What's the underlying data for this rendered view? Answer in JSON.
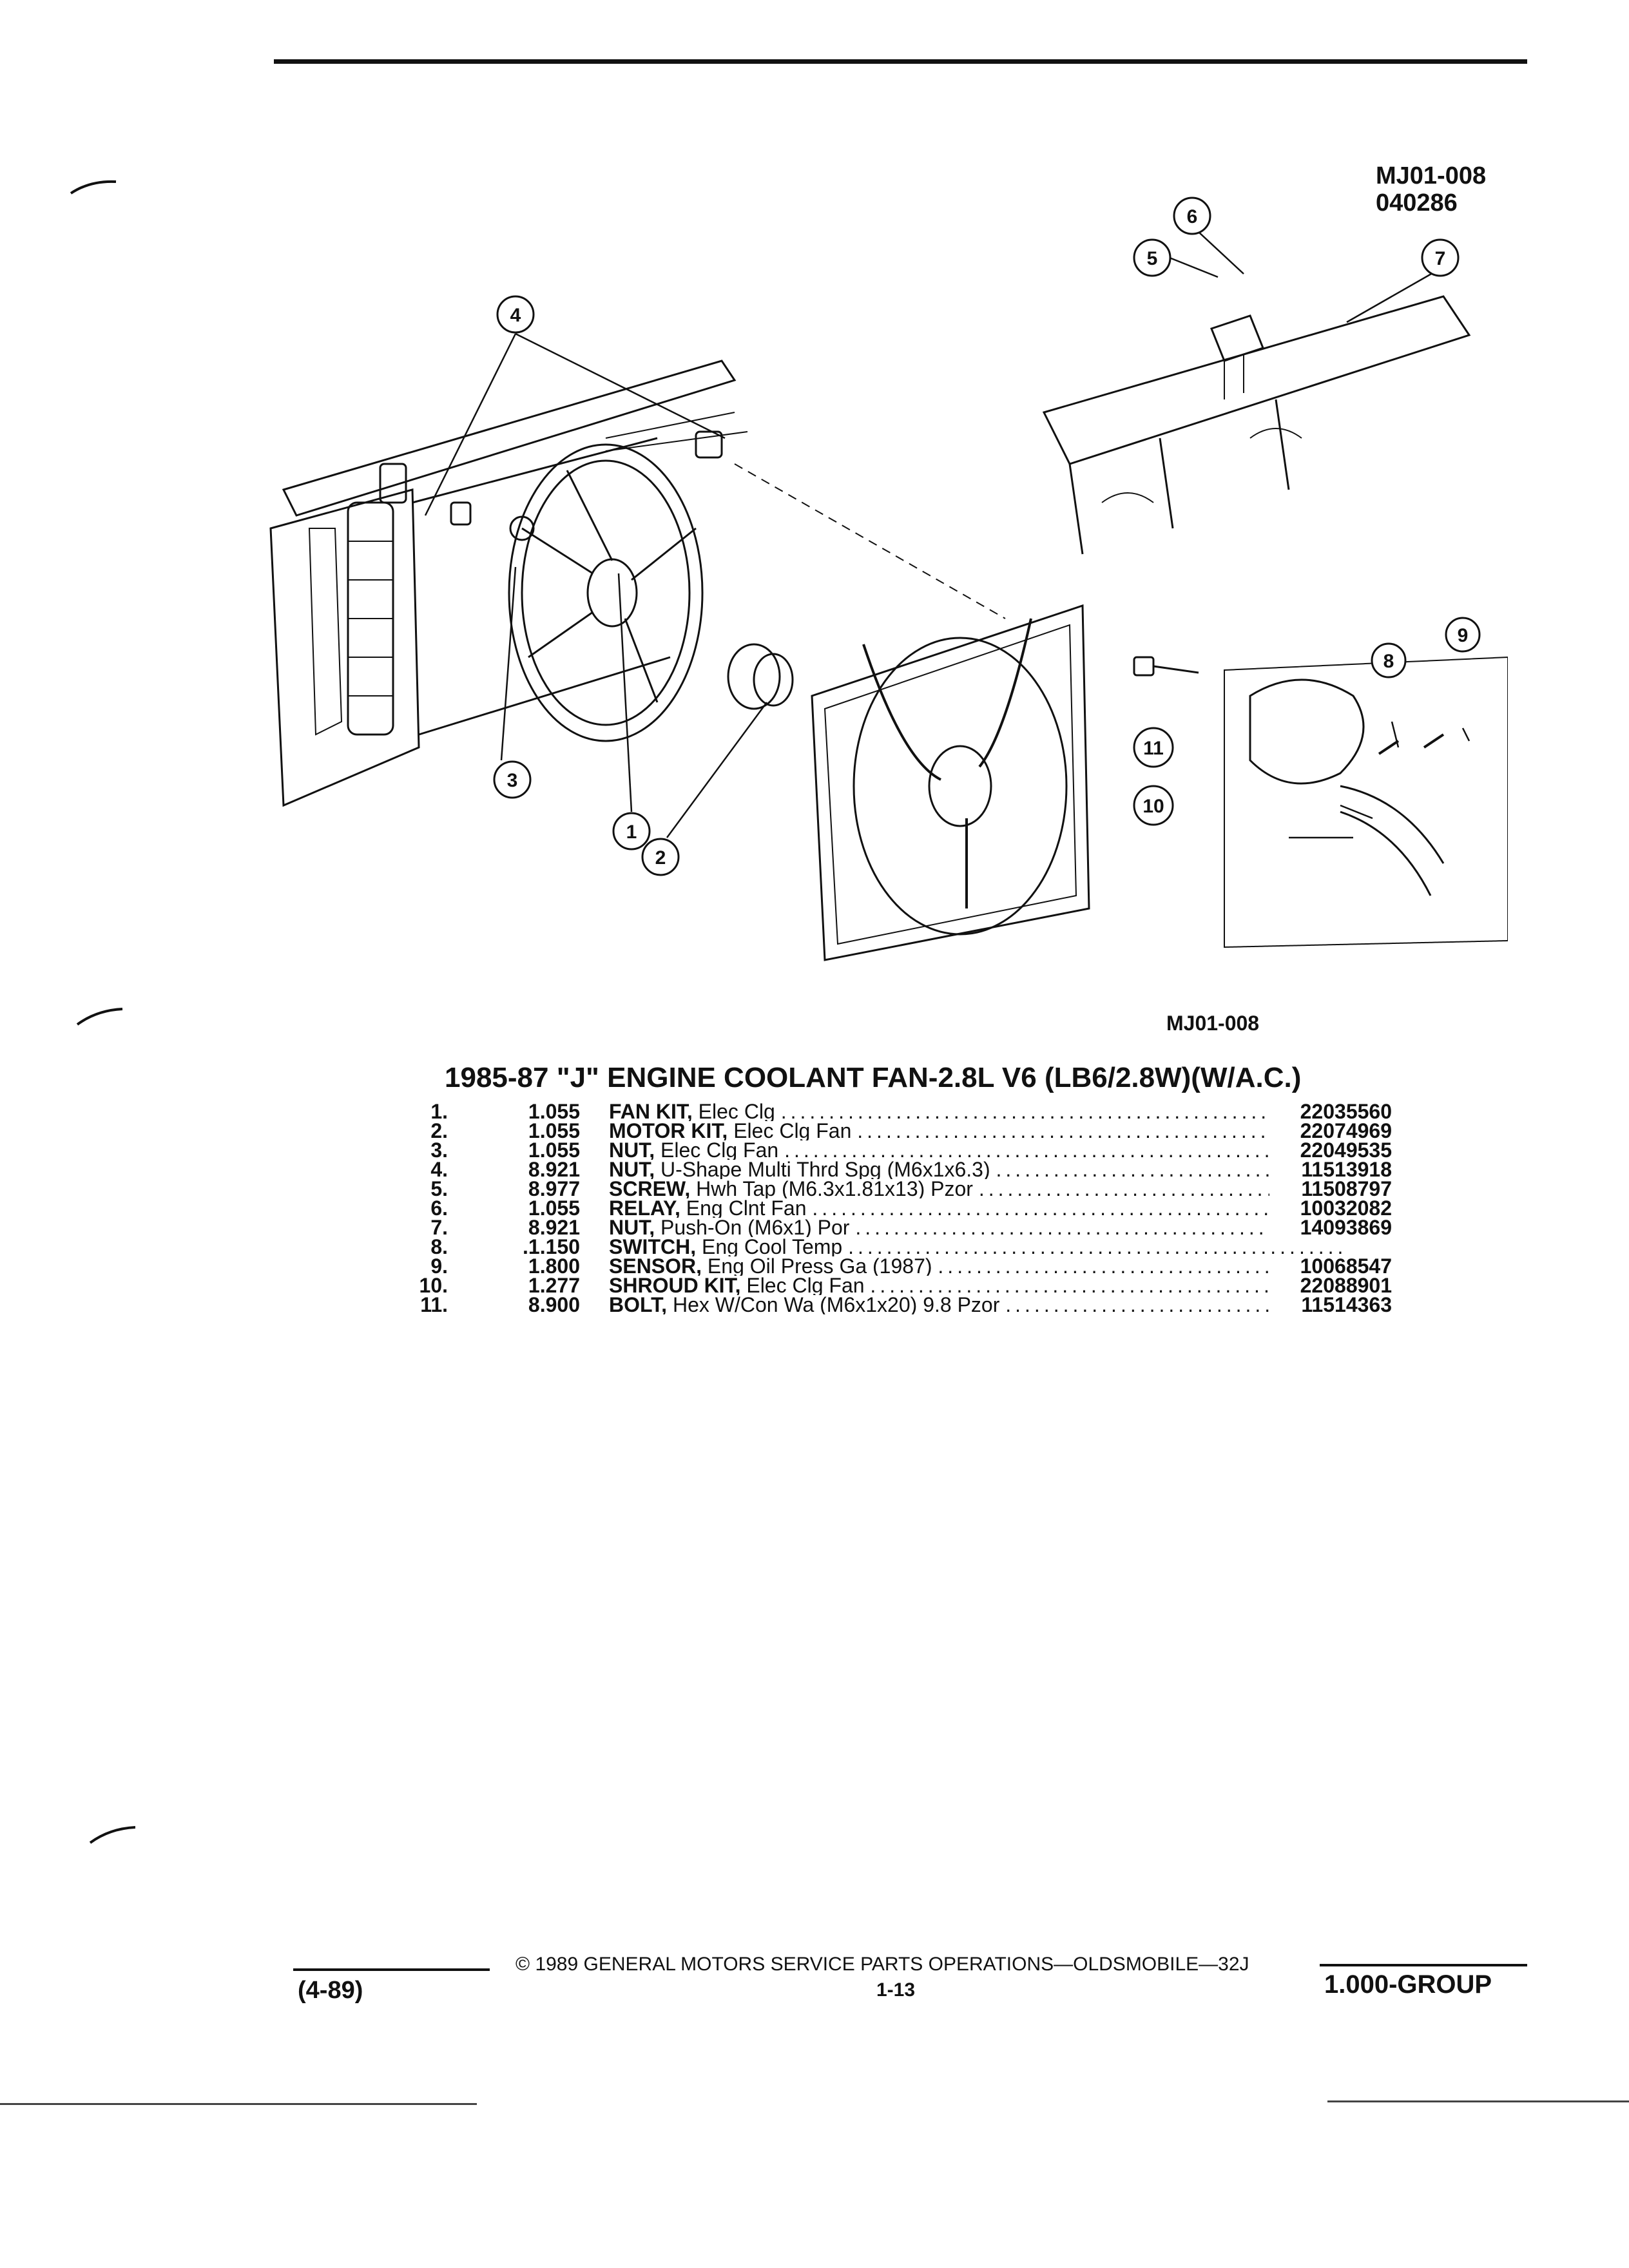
{
  "header": {
    "code_line1": "MJ01-008",
    "code_line2": "040286"
  },
  "diagram": {
    "caption": "MJ01-008",
    "callouts": [
      "1",
      "2",
      "3",
      "4",
      "5",
      "6",
      "7",
      "8",
      "9",
      "10",
      "11"
    ]
  },
  "section": {
    "title": "1985-87 \"J\" ENGINE COOLANT FAN-2.8L V6 (LB6/2.8W)(W/A.C.)"
  },
  "parts": [
    {
      "num": "1.",
      "group": "1.055",
      "name": "FAN KIT,",
      "desc": "Elec Clg",
      "part_no": "22035560"
    },
    {
      "num": "2.",
      "group": "1.055",
      "name": "MOTOR KIT,",
      "desc": "Elec Clg Fan",
      "part_no": "22074969"
    },
    {
      "num": "3.",
      "group": "1.055",
      "name": "NUT,",
      "desc": "Elec Clg Fan",
      "part_no": "22049535"
    },
    {
      "num": "4.",
      "group": "8.921",
      "name": "NUT,",
      "desc": "U-Shape Multi Thrd Spg (M6x1x6.3)",
      "part_no": "11513918"
    },
    {
      "num": "5.",
      "group": "8.977",
      "name": "SCREW,",
      "desc": "Hwh Tap (M6.3x1.81x13) Pzor",
      "part_no": "11508797"
    },
    {
      "num": "6.",
      "group": "1.055",
      "name": "RELAY,",
      "desc": "Eng Clnt Fan",
      "part_no": "10032082"
    },
    {
      "num": "7.",
      "group": "8.921",
      "name": "NUT,",
      "desc": "Push-On (M6x1) Por",
      "part_no": "14093869"
    },
    {
      "num": "8.",
      "group": ".1.150",
      "name": "SWITCH,",
      "desc": "Eng Cool Temp",
      "part_no": ""
    },
    {
      "num": "9.",
      "group": "1.800",
      "name": "SENSOR,",
      "desc": "Eng Oil Press Ga (1987)",
      "part_no": "10068547"
    },
    {
      "num": "10.",
      "group": "1.277",
      "name": "SHROUD KIT,",
      "desc": "Elec Clg Fan",
      "part_no": "22088901"
    },
    {
      "num": "11.",
      "group": "8.900",
      "name": "BOLT,",
      "desc": "Hex W/Con Wa (M6x1x20) 9.8 Pzor",
      "part_no": "11514363"
    }
  ],
  "footer": {
    "date_code": "(4-89)",
    "copyright": "© 1989 GENERAL MOTORS SERVICE PARTS OPERATIONS—OLDSMOBILE—32J",
    "page": "1-13",
    "group": "1.000-GROUP"
  }
}
